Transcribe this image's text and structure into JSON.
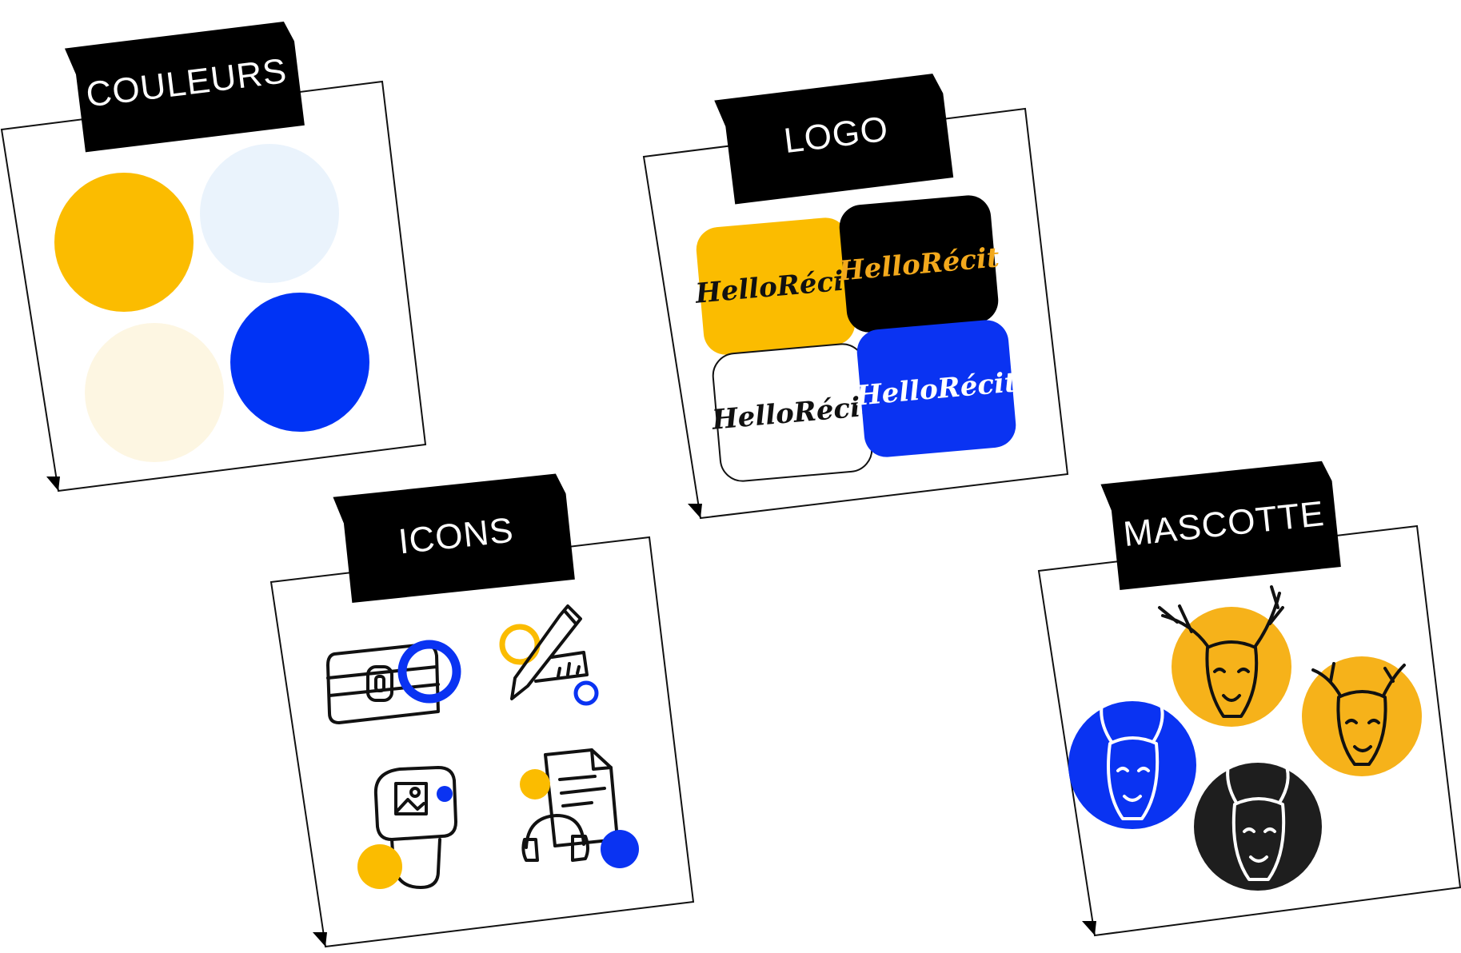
{
  "sections": {
    "colors": {
      "title": "COULEURS",
      "swatches": [
        "#fbbc00",
        "#eaf3fc",
        "#fdf6e2",
        "#0033f5"
      ]
    },
    "logo": {
      "title": "LOGO",
      "wordmark": "HelloRécit",
      "variants": [
        {
          "bg": "#fbbc00",
          "fg": "#111111"
        },
        {
          "bg": "#000000",
          "fg": "#f3a91c"
        },
        {
          "bg": "#ffffff",
          "fg": "#111111"
        },
        {
          "bg": "#0a33f2",
          "fg": "#ffffff"
        }
      ]
    },
    "icons": {
      "title": "ICONS",
      "items": [
        "treasure-chest-icon",
        "pencil-ruler-icon",
        "picture-frame-icon",
        "document-headphones-icon"
      ]
    },
    "mascot": {
      "title": "MASCOTTE",
      "variants": [
        {
          "bg": "#f6b21a"
        },
        {
          "bg": "#f6b21a"
        },
        {
          "bg": "#0a33f2"
        },
        {
          "bg": "#1e1e1e"
        }
      ]
    }
  },
  "colors": {
    "accent_yellow": "#fbbc00",
    "accent_blue": "#0033f5",
    "tape": "#000000"
  }
}
